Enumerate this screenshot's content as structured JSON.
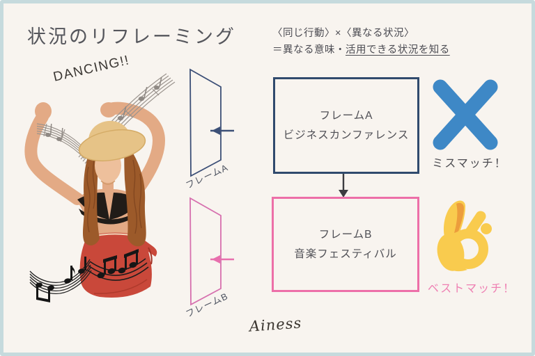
{
  "header": {
    "title": "状況のリフレーミング"
  },
  "principle": {
    "line1": "〈同じ行動〉×〈異なる状況〉",
    "line2_prefix": "＝異なる意味・",
    "line2_underlined": "活用できる状況を知る"
  },
  "illustration": {
    "caption": "DANCING!!"
  },
  "frames": {
    "frame_a_tag": "フレームA",
    "frame_b_tag": "フレームB"
  },
  "boxes": {
    "a": {
      "line1": "フレームA",
      "line2": "ビジネスカンファレンス",
      "verdict": "ミスマッチ！"
    },
    "b": {
      "line1": "フレームB",
      "line2": "音楽フェスティバル",
      "verdict": "ベストマッチ！"
    }
  },
  "footer": {
    "brand": "Ainess"
  },
  "colors": {
    "background": "#f8f4ef",
    "outer_border": "#c6dadd",
    "navy_frame": "#304a6d",
    "pink_frame": "#ed6fa8",
    "cross_blue": "#3e88c6",
    "ok_hand_yellow": "#f9cb4e",
    "ok_hand_orange": "#ec9d3c",
    "verdict_pink": "#ee7fb2",
    "skirt_red": "#c9483a",
    "hat_straw": "#e6c387",
    "hair_brown": "#9c5a2a",
    "skin": "#e3aa85"
  }
}
